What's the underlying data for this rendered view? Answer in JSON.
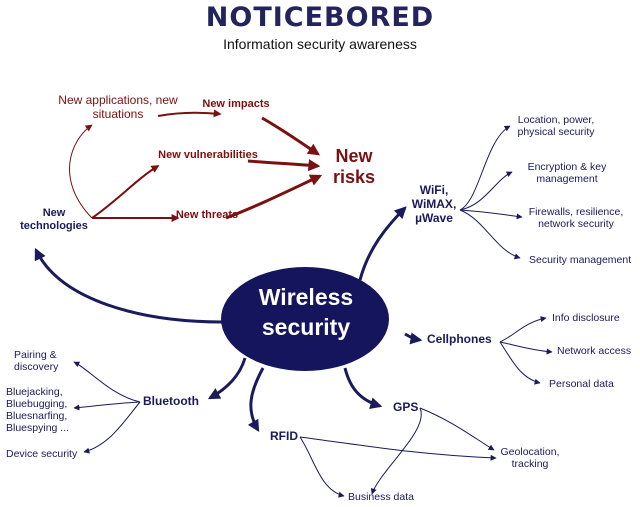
{
  "header": {
    "brand": "NOTICEBORED",
    "tagline": "Information security awareness"
  },
  "center": {
    "title": "Wireless security"
  },
  "new_tech": {
    "label": "New technologies",
    "applications": "New applications, new situations",
    "impacts": "New impacts",
    "vulnerabilities": "New vulnerabilities",
    "threats": "New threats",
    "risks": "New risks"
  },
  "wifi": {
    "label": "WiFi, WiMAX, µWave",
    "items": [
      "Location, power, physical security",
      "Encryption & key management",
      "Firewalls, resilience, network security",
      "Security management"
    ]
  },
  "cellphones": {
    "label": "Cellphones",
    "items": [
      "Info disclosure",
      "Network access",
      "Personal data"
    ]
  },
  "bluetooth": {
    "label": "Bluetooth",
    "items": [
      "Pairing & discovery",
      "Bluejacking, Bluebugging, Bluesnarfing, Bluespying ...",
      "Device security"
    ]
  },
  "gps": {
    "label": "GPS"
  },
  "rfid": {
    "label": "RFID"
  },
  "shared": {
    "geolocation": "Geolocation, tracking",
    "business_data": "Business data"
  },
  "colors": {
    "navy": "#1a1a5c",
    "ellipse": "#15155e",
    "dark_red": "#7a1010"
  }
}
